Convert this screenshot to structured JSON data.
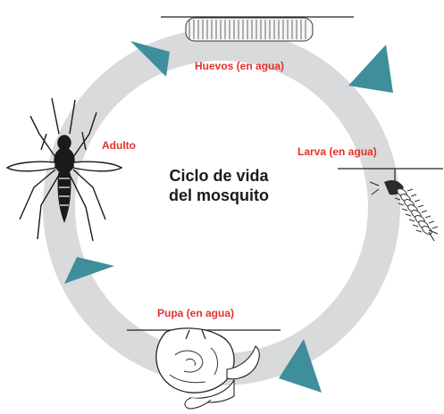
{
  "title": {
    "line1": "Ciclo de vida",
    "line2": "del mosquito"
  },
  "stages": {
    "eggs": "Huevos (en agua)",
    "larva": "Larva (en agua)",
    "pupa": "Pupa (en agua)",
    "adult": "Adulto"
  },
  "colors": {
    "ring": "#d9dadb",
    "arrow": "#3f8e9b",
    "label": "#e4312b",
    "title": "#1a1a1a"
  }
}
